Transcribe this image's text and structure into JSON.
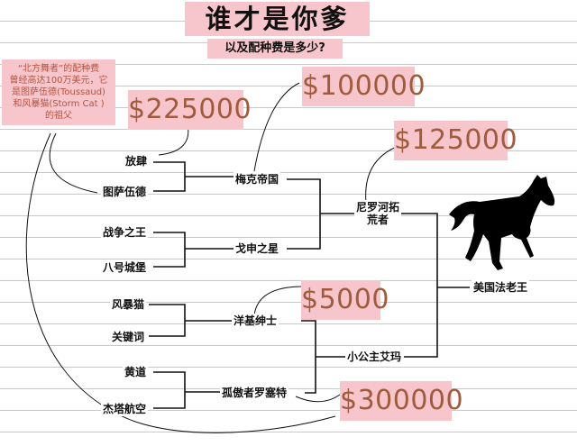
{
  "title": "谁才是你爹",
  "subtitle": "以及配种费是多少?",
  "note": {
    "lines": [
      "“北方舞者”的配种费",
      "曾经高达100万美元，它",
      "是图萨伍德(Toussaud)",
      "和风暴猫(Storm Cat )",
      "的祖父"
    ]
  },
  "fees": {
    "fangsi": "$225000",
    "meike": "$100000",
    "niluohe": "$125000",
    "yangji": "$5000",
    "gu_ao": "$300000"
  },
  "horses": {
    "fangsi": "放肆",
    "tusawude": "图萨伍德",
    "zhanzheng": "战争之王",
    "bahao": "八号城堡",
    "fengbaomao": "风暴猫",
    "guanjianci": "关键词",
    "huangdao": "黄道",
    "jieta": "杰塔航空",
    "meike": "梅克帝国",
    "gechen": "戈申之星",
    "yangji": "洋基绅士",
    "gu_ao": "孤傲者罗塞特",
    "niluohe_1": "尼罗河拓",
    "niluohe_2": "荒者",
    "xiaogongzhu": "小公主艾玛",
    "meiguo": "美国法老王"
  }
}
